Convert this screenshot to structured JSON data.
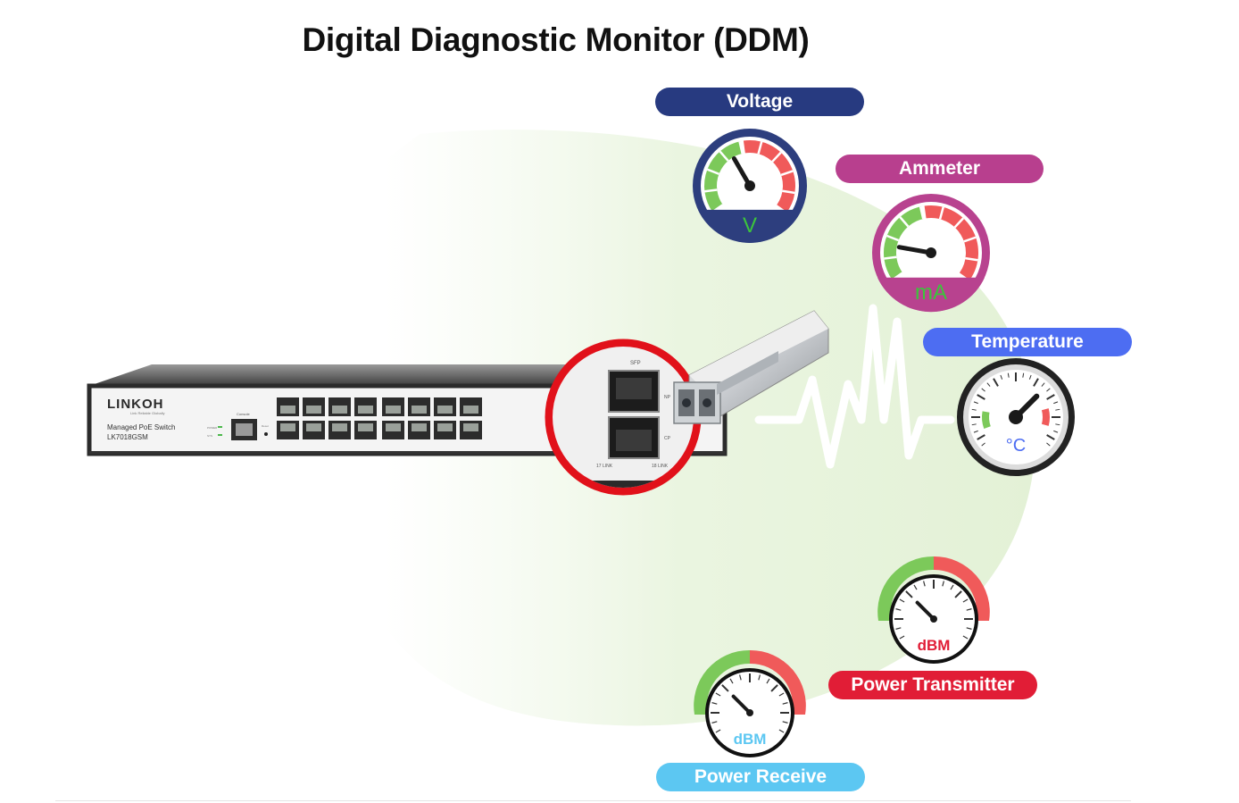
{
  "title": "Digital Diagnostic Monitor (DDM)",
  "colors": {
    "background_glow": "#e6f3d8",
    "green": "#7cc95a",
    "red": "#f05a5a",
    "dark_ring": "#222222"
  },
  "gauges": [
    {
      "id": "voltage",
      "label": "Voltage",
      "unit": "V",
      "label_color": "#273a80",
      "ring_color": "#2d3e7e",
      "unit_color": "#3cc43c"
    },
    {
      "id": "ammeter",
      "label": "Ammeter",
      "unit": "mA",
      "label_color": "#b83f8e",
      "ring_color": "#b8428f",
      "unit_color": "#3cc43c"
    },
    {
      "id": "temperature",
      "label": "Temperature",
      "unit": "°C",
      "label_color": "#4d6df2",
      "ring_color": "#222222",
      "unit_color": "#4d6df2"
    },
    {
      "id": "power-transmitter",
      "label": "Power Transmitter",
      "unit": "dBM",
      "label_color": "#e11d36",
      "unit_color": "#e11d36"
    },
    {
      "id": "power-receive",
      "label": "Power Receive",
      "unit": "dBM",
      "label_color": "#5cc7f2",
      "unit_color": "#5cc7f2"
    }
  ],
  "switch": {
    "brand": "LINKOH",
    "tagline": "Link Reliable Globally",
    "model_name": "Managed PoE Switch",
    "model_number": "LK7018GSM",
    "console_label": "Console",
    "reset_label": "Reset",
    "power_label": "POWER",
    "sys_label": "SYS"
  },
  "sfp_zoom": {
    "label": "SFP",
    "port_top_label": "NP",
    "port_bottom_label": "CP",
    "link_left_label": "17 LINK",
    "link_right_label": "18 LINK"
  }
}
